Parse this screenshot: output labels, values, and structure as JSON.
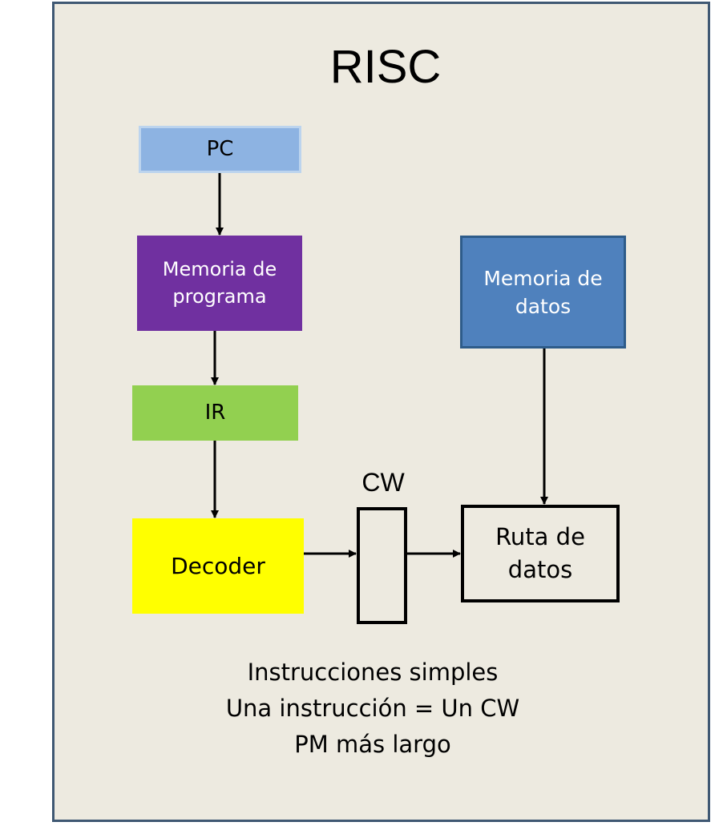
{
  "title": "RISC",
  "blocks": {
    "pc": "PC",
    "program_memory": [
      "Memoria de",
      "programa"
    ],
    "ir": "IR",
    "decoder": "Decoder",
    "data_memory": [
      "Memoria de",
      "datos"
    ],
    "cw": "CW",
    "datapath": [
      "Ruta de",
      "datos"
    ]
  },
  "notes": [
    "Instrucciones simples",
    "Una instrucción = Un CW",
    "PM más largo"
  ],
  "colors": {
    "background": "#edeae0",
    "border": "#3f5873",
    "pc": "#8db3e2",
    "program_memory": "#7030a0",
    "ir": "#92d050",
    "decoder": "#ffff00",
    "data_memory": "#4f81bd"
  }
}
